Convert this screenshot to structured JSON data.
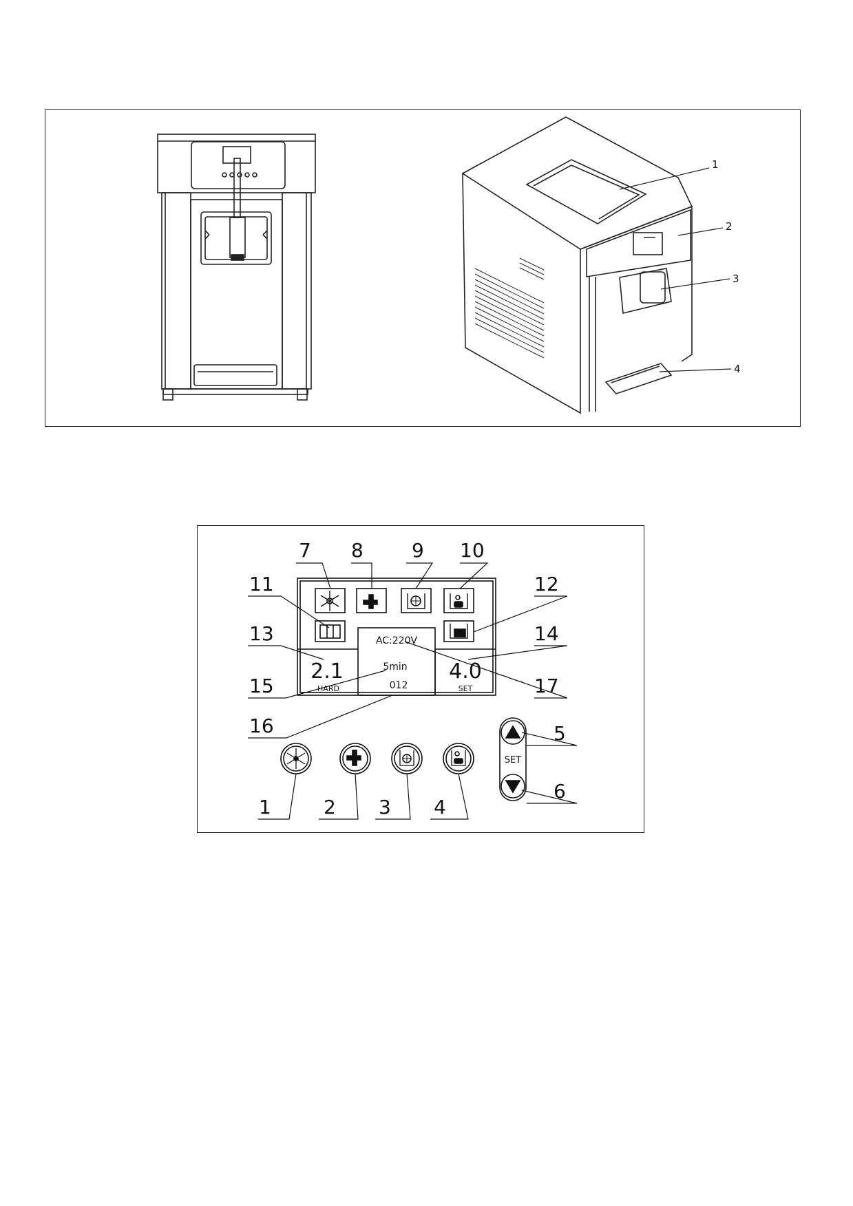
{
  "machine_callouts": [
    "1",
    "2",
    "3",
    "4"
  ],
  "panel": {
    "callouts": [
      "1",
      "2",
      "3",
      "4",
      "5",
      "6",
      "7",
      "8",
      "9",
      "10",
      "11",
      "12",
      "13",
      "14",
      "15",
      "16",
      "17"
    ],
    "display": {
      "voltage": "AC:220V",
      "timer": "5min",
      "counter": "012",
      "hardness_value": "2.1",
      "hardness_label": "HARD",
      "set_value": "4.0",
      "set_label": "SET"
    },
    "set_button_label": "SET",
    "icons": {
      "status_row1": [
        "snowflake-icon",
        "tap-icon",
        "tank-cooling-icon",
        "tank-clean-icon"
      ],
      "status_row2": [
        "standby-icon",
        "tank-level-icon"
      ],
      "buttons": [
        "snowflake-icon",
        "tap-icon",
        "tank-cooling-icon",
        "tank-clean-icon"
      ]
    }
  }
}
